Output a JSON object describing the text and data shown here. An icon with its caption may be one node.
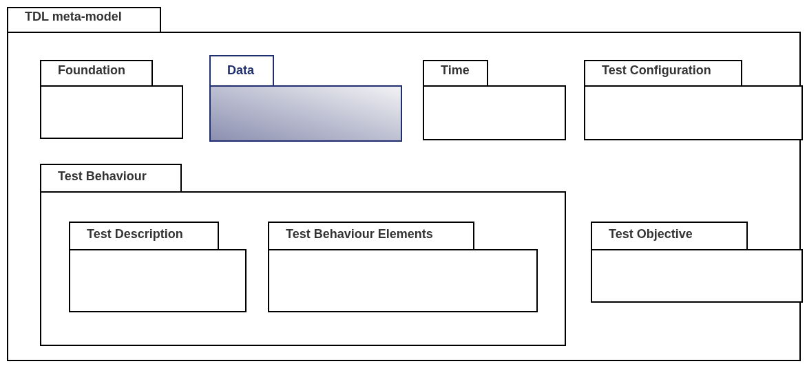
{
  "diagram": {
    "nodes": [
      {
        "text": [
          "TDL meta-model"
        ]
      },
      {
        "text": [
          "Foundation"
        ],
        "in": 0
      },
      {
        "text": [
          "Data"
        ],
        "in": 0
      },
      {
        "text": [
          "Time"
        ],
        "in": 0
      },
      {
        "text": [
          "Test Configuration"
        ],
        "in": 0
      },
      {
        "text": [
          "Test Behaviour"
        ],
        "in": 0
      },
      {
        "text": [
          "Test Description"
        ],
        "in": 5
      },
      {
        "text": [
          "Test Behaviour Elements"
        ],
        "in": 5
      },
      {
        "text": [
          "Test Objective"
        ],
        "in": 0
      }
    ]
  }
}
